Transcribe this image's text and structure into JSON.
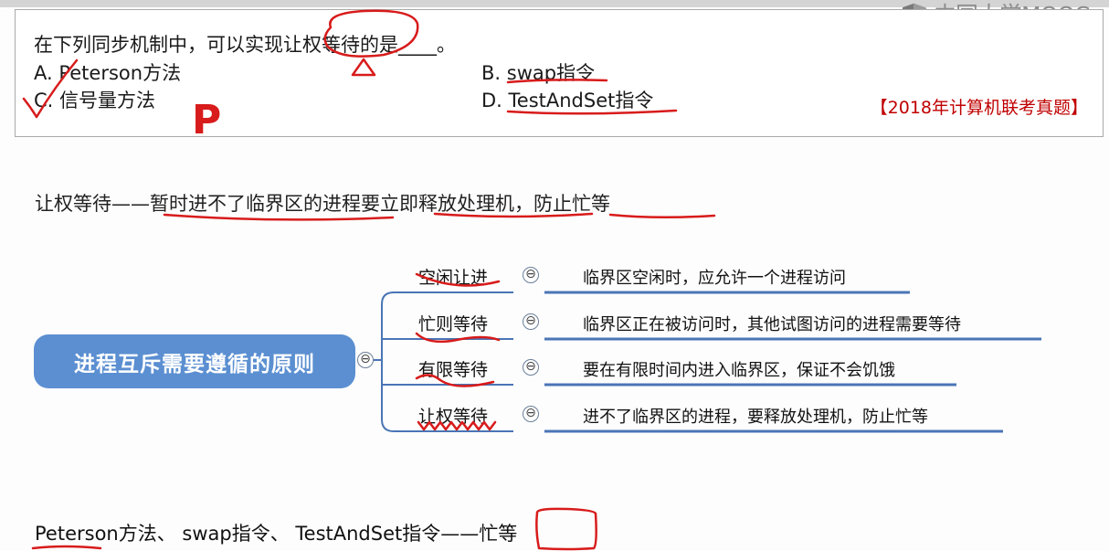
{
  "logo": {
    "text": "中国大学MOOC"
  },
  "question": {
    "stem": "在下列同步机制中，可以实现让权等待的是____。",
    "options": [
      {
        "text": "A. Peterson方法"
      },
      {
        "text": "B. swap指令"
      },
      {
        "text": "C. 信号量方法"
      },
      {
        "text": "D. TestAndSet指令"
      }
    ],
    "exam_tag": "【2018年计算机联考真题】"
  },
  "handwriting": {
    "p_mark": "P"
  },
  "rule_definition": "让权等待——暂时进不了临界区的进程要立即释放处理机，防止忙等",
  "mindmap": {
    "root": "进程互斥需要遵循的原则",
    "toggle_symbol": "⊖",
    "branches": [
      {
        "label": "空闲让进",
        "description": "临界区空闲时，应允许一个进程访问"
      },
      {
        "label": "忙则等待",
        "description": "临界区正在被访问时，其他试图访问的进程需要等待"
      },
      {
        "label": "有限等待",
        "description": "要在有限时间内进入临界区，保证不会饥饿"
      },
      {
        "label": "让权等待",
        "description": "进不了临界区的进程，要释放处理机，防止忙等"
      }
    ]
  },
  "conclusion": "Peterson方法、 swap指令、 TestAndSet指令——忙等",
  "colors": {
    "central_node": "#5b8fd1",
    "branch_line": "#4a75b5",
    "handwriting": "#d81b1b"
  }
}
